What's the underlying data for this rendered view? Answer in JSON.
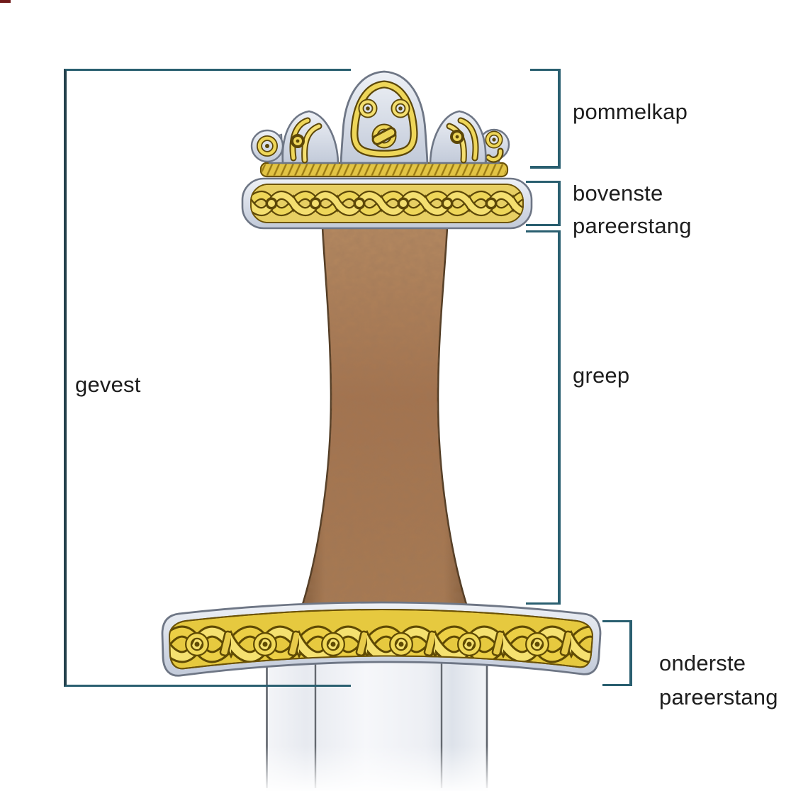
{
  "diagram": {
    "labels": {
      "pommelkap": "pommelkap",
      "bovenste_pareerstang": "bovenste pareerstang",
      "greep": "greep",
      "gevest": "gevest",
      "onderste_pareerstang": "onderste pareerstang"
    },
    "colors": {
      "bracket_line": "#2a5f70",
      "label_text": "#1d1d1d",
      "gold": "#ecd052",
      "gold_outline": "#5c4708",
      "silver": "#ccd4e2",
      "grip_brown": "#a97a55",
      "blade": "#eef0f4",
      "background": "#ffffff"
    }
  }
}
